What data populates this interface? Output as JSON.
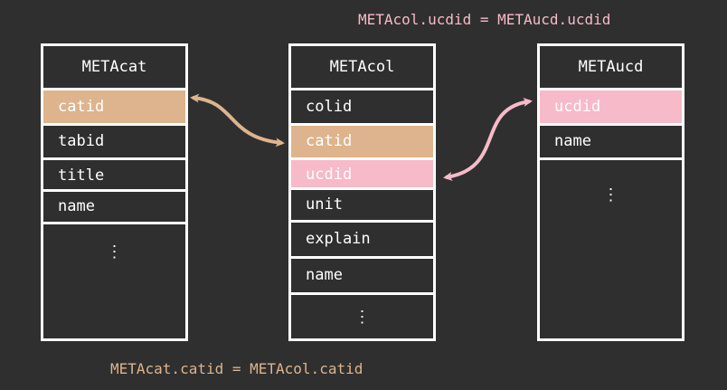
{
  "captions": {
    "ucd_join": "METAcol.ucdid = METAucd.ucdid",
    "cat_join": "METAcat.catid = METAcol.catid"
  },
  "tables": {
    "metacat": {
      "title": "METAcat",
      "fields": [
        "catid",
        "tabid",
        "title",
        "name"
      ],
      "ellipsis": "⋮"
    },
    "metacol": {
      "title": "METAcol",
      "fields": [
        "colid",
        "catid",
        "ucdid",
        "unit",
        "explain",
        "name"
      ],
      "ellipsis": "⋮"
    },
    "metaucd": {
      "title": "METAucd",
      "fields": [
        "ucdid",
        "name"
      ],
      "ellipsis": "⋮"
    }
  },
  "colors": {
    "background": "#2f2f2f",
    "catid_highlight": "#ddb48d",
    "ucdid_highlight": "#f7bac8",
    "border": "#ffffff"
  }
}
